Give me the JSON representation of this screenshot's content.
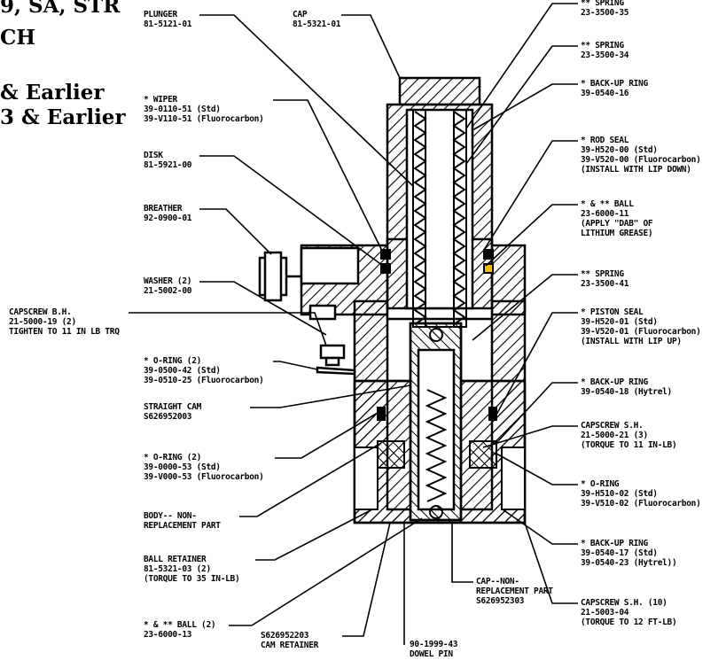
{
  "title": {
    "line1": "9, SA, STR",
    "line2": "CH",
    "line3": "& Earlier",
    "line4": "3 & Earlier"
  },
  "callouts": [
    {
      "id": "plunger",
      "lines": [
        "PLUNGER",
        "81-5121-01"
      ]
    },
    {
      "id": "cap",
      "lines": [
        "CAP",
        "81-5321-01"
      ]
    },
    {
      "id": "spring-35",
      "lines": [
        "** SPRING",
        "23-3500-35"
      ]
    },
    {
      "id": "spring-34",
      "lines": [
        "** SPRING",
        "23-3500-34"
      ]
    },
    {
      "id": "backup-ring-16",
      "lines": [
        "* BACK-UP RING",
        "39-0540-16"
      ]
    },
    {
      "id": "wiper",
      "lines": [
        "* WIPER",
        "39-0110-51 (Std)",
        "39-V110-51 (Fluorocarbon)"
      ]
    },
    {
      "id": "rod-seal",
      "lines": [
        "* ROD SEAL",
        "39-H520-00 (Std)",
        "39-V520-00 (Fluorocarbon)",
        "(INSTALL WITH LIP DOWN)"
      ]
    },
    {
      "id": "disk",
      "lines": [
        "DISK",
        "81-5921-00"
      ]
    },
    {
      "id": "ball-11",
      "lines": [
        "* & ** BALL",
        "23-6000-11",
        "(APPLY \"DAB\" OF",
        "LITHIUM GREASE)"
      ]
    },
    {
      "id": "breather",
      "lines": [
        "BREATHER",
        "92-0900-01"
      ]
    },
    {
      "id": "spring-41",
      "lines": [
        "** SPRING",
        "23-3500-41"
      ]
    },
    {
      "id": "washer",
      "lines": [
        "WASHER (2)",
        "21-5002-00"
      ]
    },
    {
      "id": "piston-seal",
      "lines": [
        "* PISTON SEAL",
        "39-H520-01 (Std)",
        "39-V520-01 (Fluorocarbon)",
        "(INSTALL WITH LIP UP)"
      ]
    },
    {
      "id": "capscrew-bh",
      "lines": [
        "CAPSCREW B.H.",
        "21-5000-19 (2)",
        "TIGHTEN TO 11 IN LB TRQ"
      ]
    },
    {
      "id": "oring-42",
      "lines": [
        "* O-RING (2)",
        "39-0500-42 (Std)",
        "39-0510-25 (Fluorocarbon)"
      ]
    },
    {
      "id": "backup-ring-18",
      "lines": [
        "* BACK-UP RING",
        "39-0540-18 (Hytrel)"
      ]
    },
    {
      "id": "straight-cam",
      "lines": [
        "STRAIGHT CAM",
        "S626952003"
      ]
    },
    {
      "id": "capscrew-sh-3",
      "lines": [
        "CAPSCREW S.H.",
        "21-5000-21 (3)",
        "(TORQUE TO 11 IN-LB)"
      ]
    },
    {
      "id": "oring-53",
      "lines": [
        "* O-RING (2)",
        "39-0000-53 (Std)",
        "39-V000-53 (Fluorocarbon)"
      ]
    },
    {
      "id": "oring-02",
      "lines": [
        "* O-RING",
        "39-H510-02 (Std)",
        "39-V510-02 (Fluorocarbon)"
      ]
    },
    {
      "id": "body",
      "lines": [
        "BODY-- NON-",
        "REPLACEMENT PART"
      ]
    },
    {
      "id": "backup-ring-17",
      "lines": [
        "* BACK-UP RING",
        "39-0540-17 (Std)",
        "39-0540-23 (Hytrel))"
      ]
    },
    {
      "id": "ball-retainer",
      "lines": [
        "BALL RETAINER",
        "81-5321-03  (2)",
        "(TORQUE TO 35 IN-LB)"
      ]
    },
    {
      "id": "cap-nonrepl",
      "lines": [
        "CAP--NON-",
        "REPLACEMENT PART",
        "S626952303"
      ]
    },
    {
      "id": "capscrew-sh-10",
      "lines": [
        "CAPSCREW S.H. (10)",
        "21-5003-04",
        "(TORQUE TO 12 FT-LB)"
      ]
    },
    {
      "id": "ball-13",
      "lines": [
        "* & ** BALL (2)",
        "23-6000-13"
      ]
    },
    {
      "id": "cam-retainer",
      "lines": [
        "S626952203",
        "CAM RETAINER"
      ]
    },
    {
      "id": "dowel-pin",
      "lines": [
        "90-1999-43",
        "DOWEL PIN"
      ]
    }
  ]
}
